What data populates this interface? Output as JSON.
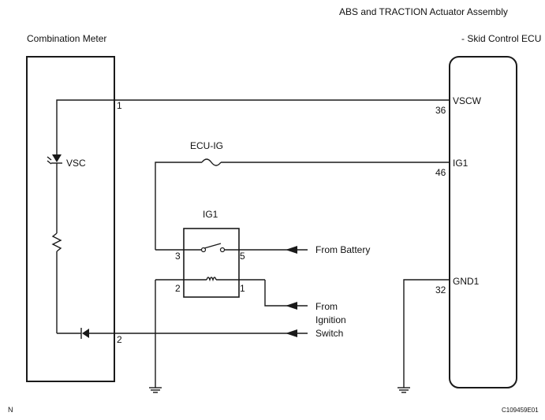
{
  "titles": {
    "right_line1": "ABS and TRACTION Actuator Assembly",
    "right_line2": "- Skid Control ECU",
    "left": "Combination Meter"
  },
  "meter": {
    "indicator_label": "VSC",
    "pin_top": "1",
    "pin_bottom": "2"
  },
  "ecu": {
    "terminals": [
      {
        "name": "VSCW",
        "pin": "36"
      },
      {
        "name": "IG1",
        "pin": "46"
      },
      {
        "name": "GND1",
        "pin": "32"
      }
    ]
  },
  "fuse": {
    "label": "ECU-IG"
  },
  "relay": {
    "label": "IG1",
    "pin3": "3",
    "pin5": "5",
    "pin2": "2",
    "pin1": "1"
  },
  "sources": {
    "battery": "From Battery",
    "ignition_line1": "From",
    "ignition_line2": "Ignition",
    "ignition_line3": "Switch"
  },
  "footer": {
    "left": "N",
    "right": "C109459E01"
  }
}
